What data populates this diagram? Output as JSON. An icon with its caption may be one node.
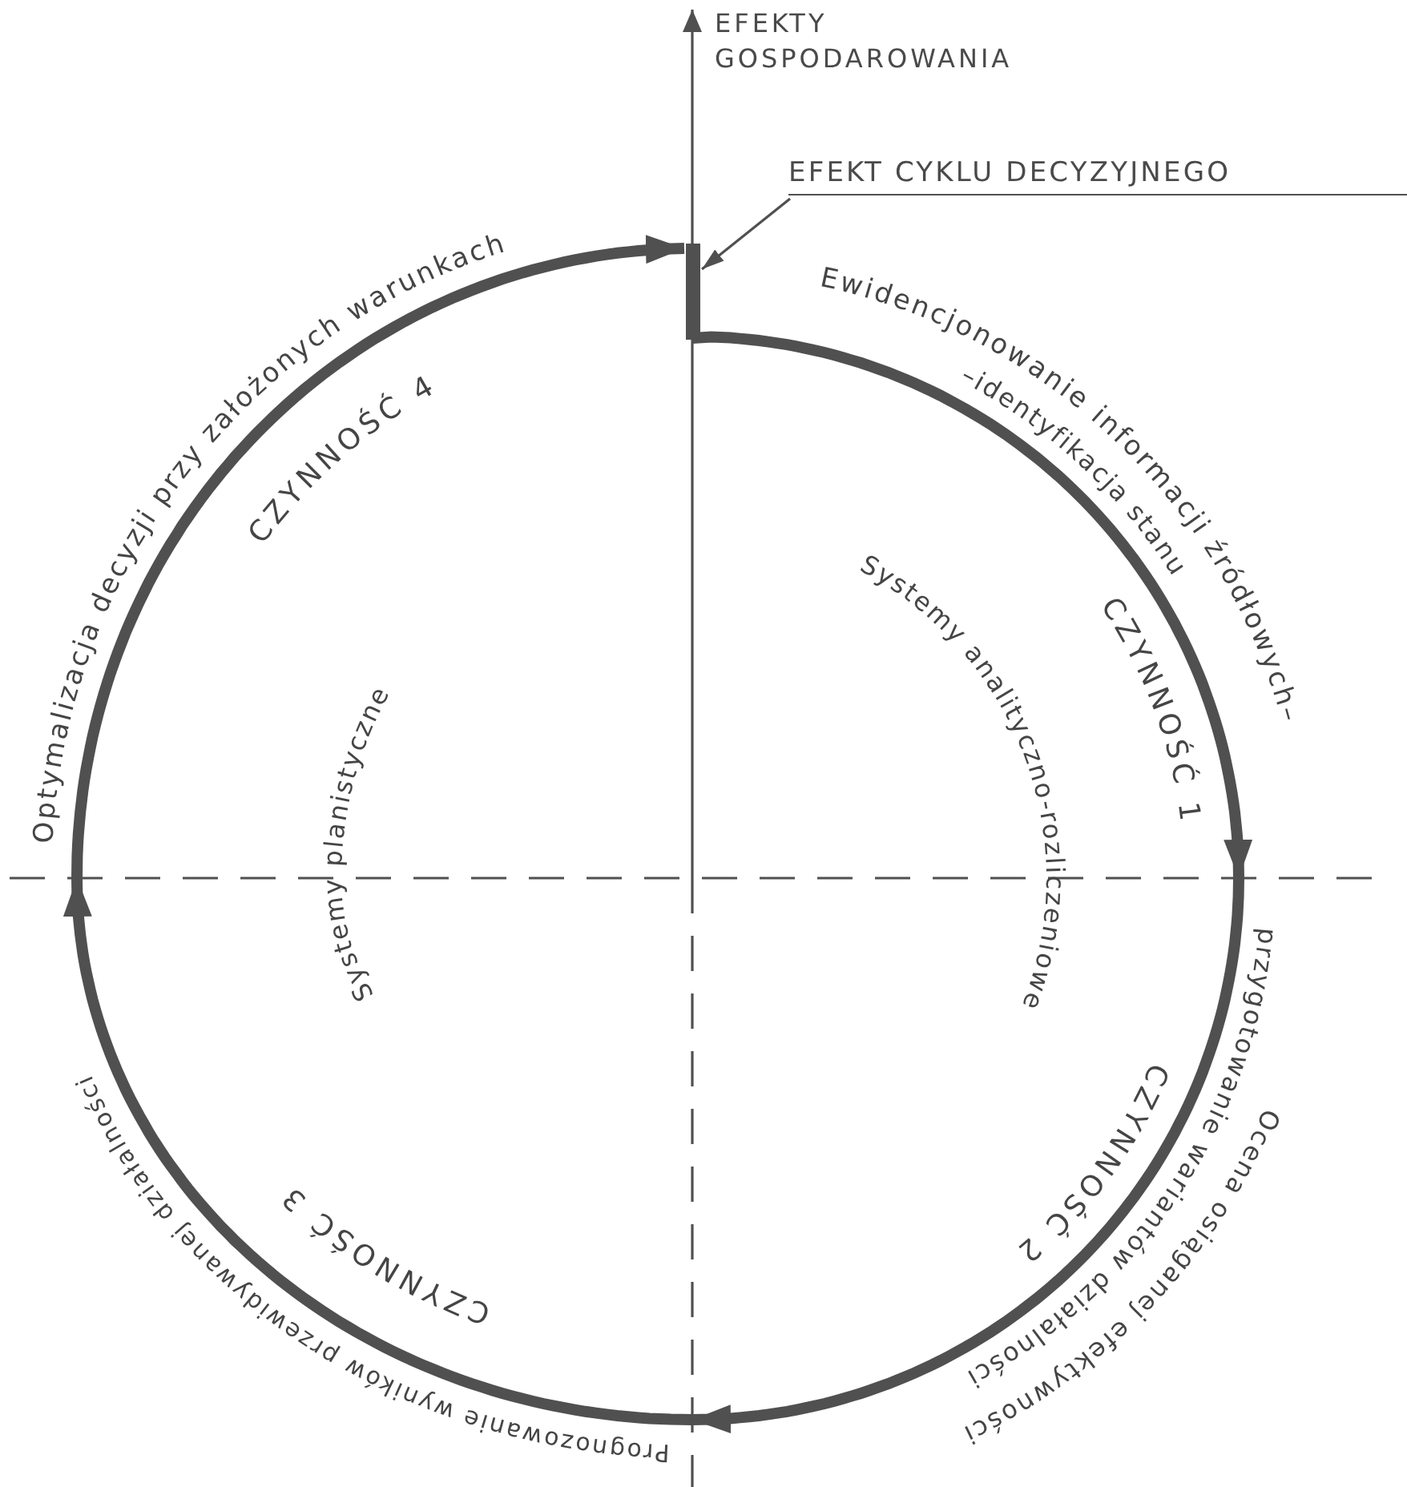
{
  "diagram": {
    "nodes": [
      {
        "text": [
          "EFEKT CYKLU DECYZYJNEGO"
        ]
      },
      {
        "text": [],
        "shape": "bar"
      }
    ],
    "edges": [
      {
        "from": 0,
        "to": 1,
        "arrow": "to"
      },
      {
        "from": 1,
        "to": null,
        "arrow": "to"
      },
      {
        "from": null,
        "to": 1,
        "arrow": "to"
      }
    ],
    "labels": [
      "EFEKTY GOSPODAROWANIA",
      "Ewidencjonowanie informacji źródłowych–",
      "–identyfikacja stanu",
      "CZYNNOŚĆ 1",
      "Systemy analityczno-rozliczeniowe",
      "Ocena osiąganej efektywności",
      "przygotowanie wariantów działalności",
      "CZYNNOŚĆ 2",
      "Prognozowanie wyników przewidywanej działalności",
      "CZYNNOŚĆ 3",
      "Systemy planistyczne",
      "Optymalizacja decyzji przy założonych warunkach",
      "CZYNNOŚĆ 4"
    ]
  }
}
